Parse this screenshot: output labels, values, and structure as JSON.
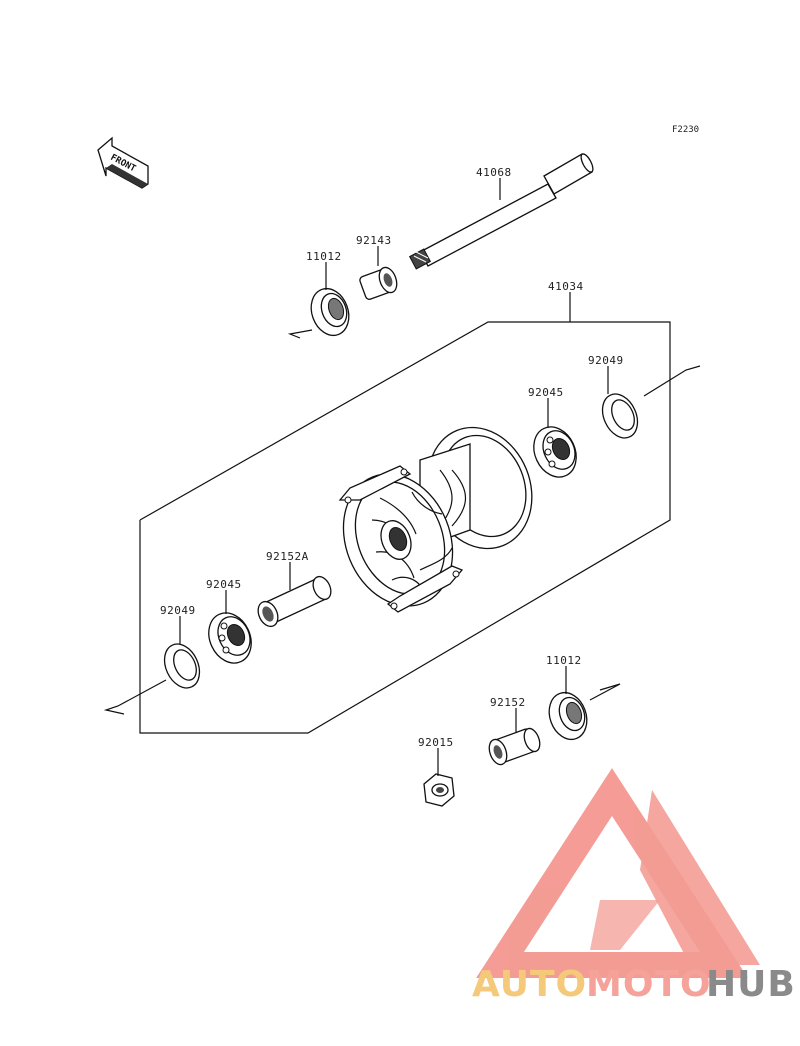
{
  "diagram": {
    "figure_code": "F2230",
    "front_label": "FRONT",
    "parts": [
      {
        "id": "41068",
        "label": "41068"
      },
      {
        "id": "92143",
        "label": "92143"
      },
      {
        "id": "11012_top",
        "label": "11012"
      },
      {
        "id": "41034",
        "label": "41034"
      },
      {
        "id": "92049_right",
        "label": "92049"
      },
      {
        "id": "92045_right",
        "label": "92045"
      },
      {
        "id": "92152A",
        "label": "92152A"
      },
      {
        "id": "92045_left",
        "label": "92045"
      },
      {
        "id": "92049_left",
        "label": "92049"
      },
      {
        "id": "11012_bottom",
        "label": "11012"
      },
      {
        "id": "92152",
        "label": "92152"
      },
      {
        "id": "92015",
        "label": "92015"
      }
    ]
  },
  "watermark": {
    "brand_auto": "AUTO",
    "brand_moto": "MOTO",
    "brand_hub": "HUB",
    "colors": {
      "auto": "#f5c97a",
      "moto": "#f4a29a",
      "hub": "#8a8a8a",
      "logo": "#f28b82"
    }
  }
}
